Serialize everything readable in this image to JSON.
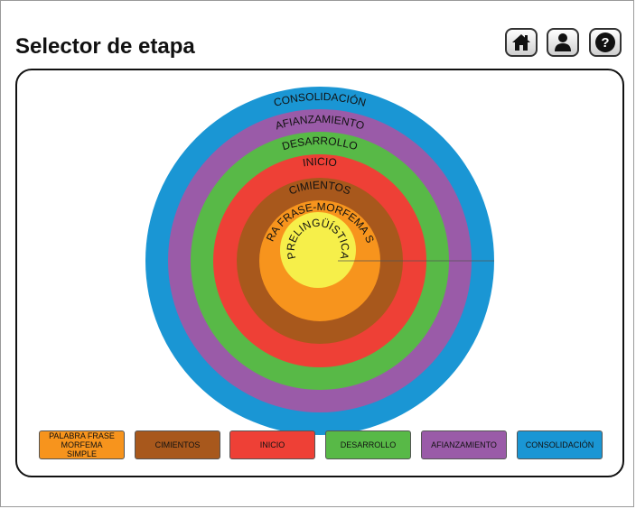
{
  "header": {
    "title": "Selector de etapa"
  },
  "toolbar": {
    "home_icon": "home-icon",
    "user_icon": "user-icon",
    "help_icon": "help-icon"
  },
  "stages": [
    {
      "key": "prelinguistica",
      "label": "PRELINGÜÍSTICA",
      "color": "#f6ef4a"
    },
    {
      "key": "palabra",
      "label": "PALABRA FRASE-MORFEMA SIMPLE",
      "color": "#f7941d"
    },
    {
      "key": "cimientos",
      "label": "CIMIENTOS",
      "color": "#a8581c"
    },
    {
      "key": "inicio",
      "label": "INICIO",
      "color": "#ee4036"
    },
    {
      "key": "desarrollo",
      "label": "DESARROLLO",
      "color": "#58b947"
    },
    {
      "key": "afianzamiento",
      "label": "AFIANZAMIENTO",
      "color": "#9a5ba8"
    },
    {
      "key": "consolidacion",
      "label": "CONSOLIDACIÓN",
      "color": "#1a96d4"
    }
  ],
  "legend": [
    {
      "label": "PALABRA FRASE MORFEMA SIMPLE",
      "color": "#f7941d"
    },
    {
      "label": "CIMIENTOS",
      "color": "#a8581c"
    },
    {
      "label": "INICIO",
      "color": "#ee4036"
    },
    {
      "label": "DESARROLLO",
      "color": "#58b947"
    },
    {
      "label": "AFIANZAMIENTO",
      "color": "#9a5ba8"
    },
    {
      "label": "CONSOLIDACIÓN",
      "color": "#1a96d4"
    }
  ]
}
